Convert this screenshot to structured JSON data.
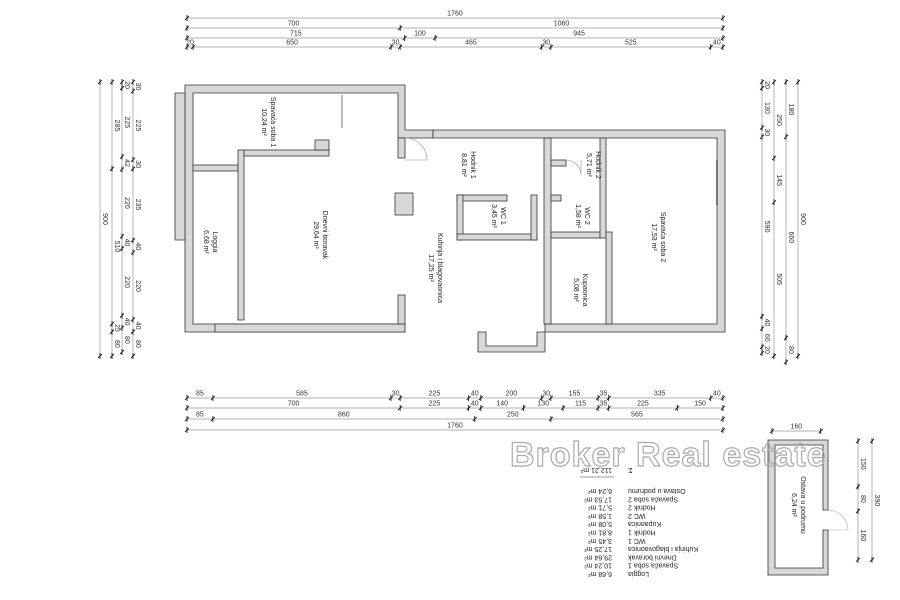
{
  "dimensions": {
    "top": [
      [
        1760
      ],
      [
        700,
        1060
      ],
      [
        715,
        100,
        945
      ],
      [
        20,
        650,
        30,
        465,
        30,
        525,
        40
      ]
    ],
    "bottom": [
      [
        85,
        585,
        30,
        225,
        40,
        200,
        30,
        155,
        35,
        335,
        40
      ],
      [
        700,
        225,
        40,
        140,
        130,
        115,
        35,
        225,
        150
      ],
      [
        85,
        860,
        250,
        565
      ],
      [
        1760
      ]
    ],
    "left": [
      [
        900
      ],
      [
        285,
        510,
        25,
        80
      ],
      [
        20,
        225,
        42,
        220,
        40,
        220,
        40,
        80
      ],
      [
        30,
        225,
        30,
        235,
        40,
        220,
        40,
        80
      ]
    ],
    "right": [
      [
        20,
        130,
        30,
        590,
        40,
        60,
        20
      ],
      [
        250,
        145,
        505
      ],
      [
        180,
        660,
        80
      ],
      [
        900
      ]
    ],
    "basement_top": [
      160
    ],
    "basement_right": [
      150,
      80,
      160
    ],
    "basement_total": [
      390
    ]
  },
  "rooms": [
    {
      "name": "Spavaća soba 1",
      "area": "10,24 m²"
    },
    {
      "name": "Dnevni boravak",
      "area": "29,64 m²"
    },
    {
      "name": "Loggia",
      "area": "6,68 m²"
    },
    {
      "name": "Hodnik 1",
      "area": "8,81 m²"
    },
    {
      "name": "WC 1",
      "area": "3,45 m²"
    },
    {
      "name": "Kuhinja i blagovaonica",
      "area": "17,25 m²"
    },
    {
      "name": "Hodnik 2",
      "area": "5,71 m²"
    },
    {
      "name": "WC 2",
      "area": "1,58 m²"
    },
    {
      "name": "Kupaonica",
      "area": "5,08 m²"
    },
    {
      "name": "Spavaća soba 2",
      "area": "17,53 m²"
    },
    {
      "name": "Ostava u podrumu",
      "area": "6,24 m²"
    }
  ],
  "area_table": {
    "rows": [
      {
        "name": "Loggia",
        "area": "6,68 m²"
      },
      {
        "name": "Spavaća soba 1",
        "area": "10,24 m²"
      },
      {
        "name": "Dnevni boravak",
        "area": "29,64 m²"
      },
      {
        "name": "Kuhinja i blagovaonica",
        "area": "17,25 m²"
      },
      {
        "name": "WC 1",
        "area": "3,45 m²"
      },
      {
        "name": "Hodnik 1",
        "area": "8,81 m²"
      },
      {
        "name": "Kupaonica",
        "area": "5,08 m²"
      },
      {
        "name": "WC 2",
        "area": "1,58 m²"
      },
      {
        "name": "Hodnik 2",
        "area": "5,71 m²"
      },
      {
        "name": "Spavaća soba 2",
        "area": "17,53 m²"
      },
      {
        "name": "Ostava u podrumu",
        "area": "6,24 m²"
      }
    ],
    "total_symbol": "Σ",
    "total": "112,21 m²"
  },
  "watermark": "Broker Real estate"
}
